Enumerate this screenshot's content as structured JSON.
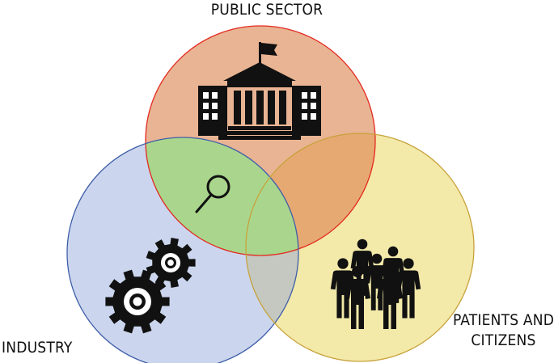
{
  "labels": {
    "public_sector": "PUBLIC SECTOR",
    "industry": "INDUSTRY",
    "patients_line1": "PATIENTS AND",
    "patients_line2": "CITIZENS"
  },
  "colors": {
    "public_sector_fill": "#e9b493",
    "public_sector_stroke": "#e3291f",
    "industry_fill": "#cbd6ee",
    "industry_stroke": "#3f5ea8",
    "patients_fill": "#f3e9a9",
    "patients_stroke": "#c8a23c",
    "public_industry_overlap": "#a9d68c",
    "public_patients_overlap": "#e6a972",
    "industry_patients_overlap": "#c4c8c0",
    "icon": "#111111"
  },
  "icons": {
    "public_sector": "government-building-icon",
    "industry": "gears-icon",
    "patients": "crowd-icon",
    "center": "magnifier-icon"
  }
}
